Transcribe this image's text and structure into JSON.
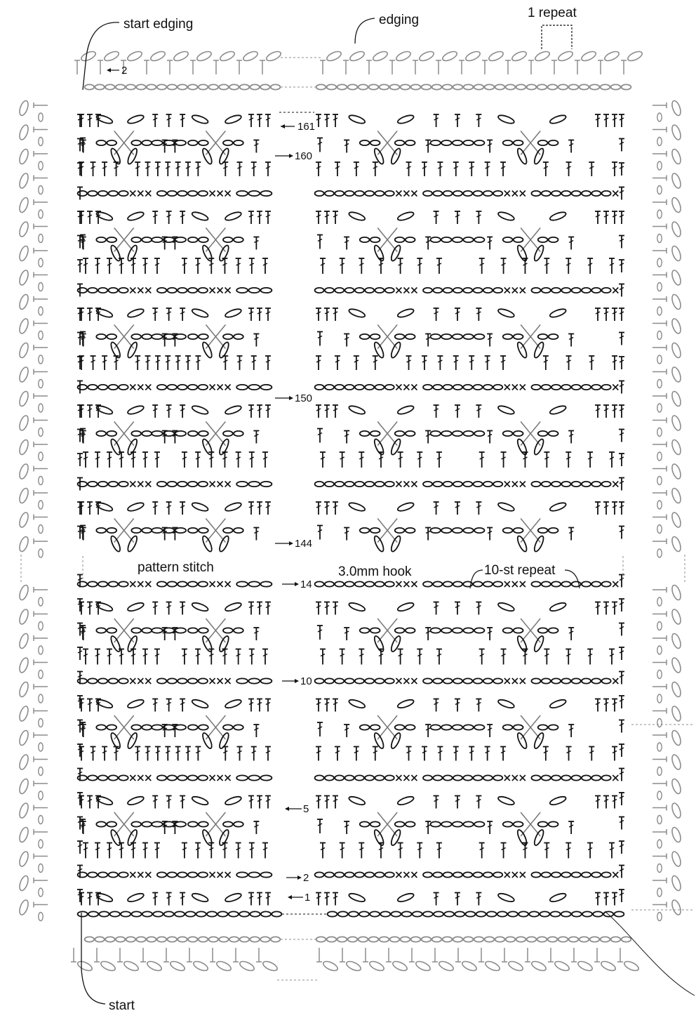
{
  "labels": {
    "start_edging": "start edging",
    "edging": "edging",
    "one_repeat": "1 repeat",
    "pattern_stitch": "pattern stitch",
    "hook": "3.0mm hook",
    "ten_st_repeat": "10-st repeat",
    "start": "start"
  },
  "row_numbers": {
    "r161": "161",
    "r160": "160",
    "r150": "150",
    "r144": "144",
    "r14": "14",
    "r10": "10",
    "r5": "5",
    "r2": "2",
    "r1": "1",
    "edge_row2": "2"
  },
  "colors": {
    "body_ink": "#111111",
    "edging_ink": "#8c8c8c",
    "fan_ink": "#777777",
    "background": "#ffffff"
  },
  "diagram": {
    "repeat_units": 10,
    "pattern_blocks": [
      "upper rows 144-161",
      "lower rows 1-14"
    ],
    "panels": [
      "left half",
      "right half"
    ]
  }
}
